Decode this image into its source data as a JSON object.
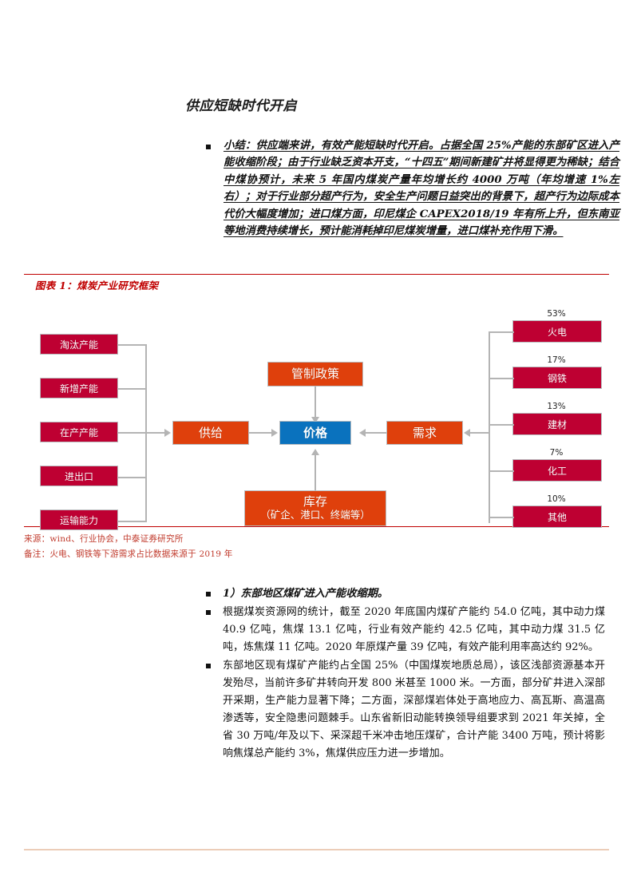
{
  "section": {
    "title": "供应短缺时代开启"
  },
  "summary": {
    "text": "小结：供应端来讲，有效产能短缺时代开启。占据全国 25%产能的东部矿区进入产能收缩阶段；由于行业缺乏资本开支，“十四五”期间新建矿井将显得更为稀缺；结合中煤协预计，未来 5 年国内煤炭产量年均增长约 4000 万吨（年均增速 1%左右）；对于行业部分超产行为，安全生产问题日益突出的背景下，超产行为边际成本代价大幅度增加；进口煤方面，印尼煤企 CAPEX2018/19 年有所上升，但东南亚等地消费持续增长，预计能消耗掉印尼煤炭增量，进口煤补充作用下滑。"
  },
  "figure": {
    "title": "图表 1：煤炭产业研究框架",
    "title_color": "#c00000",
    "colors": {
      "crimson": "#be0032",
      "orange": "#df400c",
      "blue": "#0a72be",
      "connector": "#b4b4b4"
    },
    "supply_inputs": [
      {
        "label": "淘汰产能"
      },
      {
        "label": "新增产能"
      },
      {
        "label": "在产产能"
      },
      {
        "label": "进出口"
      },
      {
        "label": "运输能力"
      }
    ],
    "core": {
      "policy": "管制政策",
      "supply": "供给",
      "price": "价格",
      "demand": "需求",
      "inventory_line1": "库存",
      "inventory_line2": "（矿企、港口、终端等）"
    },
    "demand_sectors": [
      {
        "label": "火电",
        "pct": "53%"
      },
      {
        "label": "钢铁",
        "pct": "17%"
      },
      {
        "label": "建材",
        "pct": "13%"
      },
      {
        "label": "化工",
        "pct": "7%"
      },
      {
        "label": "其他",
        "pct": "10%"
      }
    ],
    "notes": [
      "来源：wind、行业协会，中泰证券研究所",
      "备注：火电、钢铁等下游需求占比数据来源于 2019 年"
    ]
  },
  "body": {
    "paragraphs": [
      {
        "style": "lead",
        "text": "1）东部地区煤矿进入产能收缩期。"
      },
      {
        "style": "normal",
        "text": "根据煤炭资源网的统计，截至 2020 年底国内煤矿产能约 54.0 亿吨，其中动力煤 40.9 亿吨，焦煤 13.1 亿吨，行业有效产能约 42.5 亿吨，其中动力煤 31.5 亿吨，炼焦煤 11 亿吨。2020 年原煤产量 39 亿吨，有效产能利用率高达约 92%。"
      },
      {
        "style": "normal",
        "text": "东部地区现有煤矿产能约占全国 25%（中国煤炭地质总局），该区浅部资源基本开发殆尽，当前许多矿井转向开发 800 米甚至 1000 米。一方面，部分矿井进入深部开采期，生产能力显著下降；二方面，深部煤岩体处于高地应力、高瓦斯、高温高渗透等，安全隐患问题棘手。山东省新旧动能转换领导组要求到 2021 年关掉，全省 30 万吨/年及以下、采深超千米冲击地压煤矿，合计产能 3400 万吨，预计将影响焦煤总产能约 3%，焦煤供应压力进一步增加。"
      }
    ]
  }
}
